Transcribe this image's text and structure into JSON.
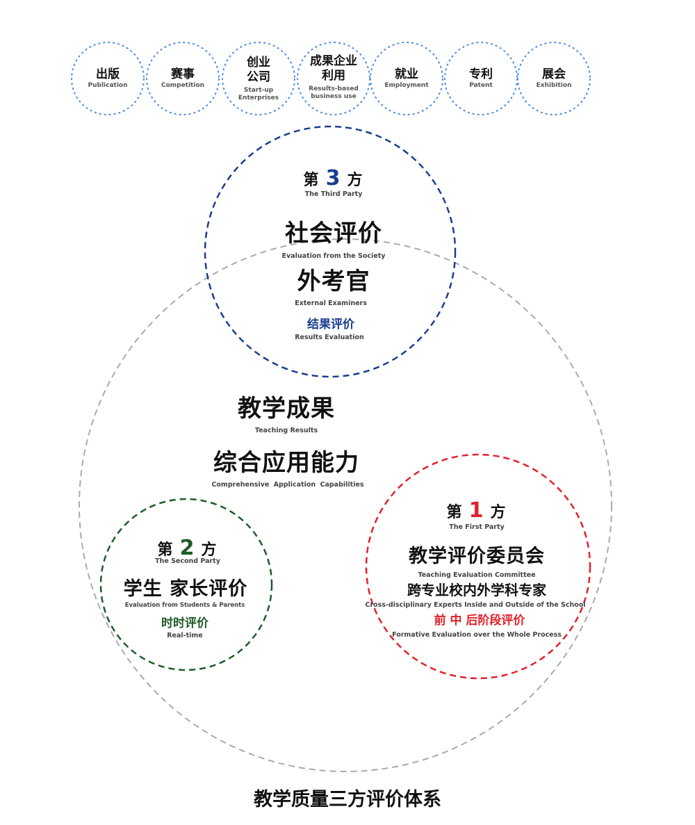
{
  "colors": {
    "top_circles": "#4a8ee0",
    "third": "#1a3d8f",
    "second": "#1d5c28",
    "first": "#e3202b",
    "outer": "#aaaaaa"
  },
  "top_items": [
    {
      "cn": "出版",
      "en": "Publication"
    },
    {
      "cn": "赛事",
      "en": "Competition"
    },
    {
      "cn": "创业公司",
      "en": "Start-up Enterprises"
    },
    {
      "cn": "成果企业利用",
      "en": "Results-based business use"
    },
    {
      "cn": "就业",
      "en": "Employment"
    },
    {
      "cn": "专利",
      "en": "Patent"
    },
    {
      "cn": "展会",
      "en": "Exhibition"
    }
  ],
  "third": {
    "prefix": "第",
    "num": "3",
    "suffix": "方",
    "en": "The Third Party",
    "title": "社会评价",
    "title_en": "Evaluation from the Society",
    "sub": "外考官",
    "sub_en": "External Examiners",
    "tag": "结果评价",
    "tag_en": "Results Evaluation"
  },
  "center": {
    "title": "教学成果",
    "title_en": "Teaching Results",
    "sub": "综合应用能力",
    "sub_en": "Comprehensive  Application  Capabilities"
  },
  "second": {
    "prefix": "第",
    "num": "2",
    "suffix": "方",
    "en": "The Second Party",
    "title": "学生 家长评价",
    "title_en": "Evaluation from Students & Parents",
    "tag": "时时评价",
    "tag_en": "Real-time"
  },
  "first": {
    "prefix": "第",
    "num": "1",
    "suffix": "方",
    "en": "The First Party",
    "title": "教学评价委员会",
    "title_en": "Teaching Evaluation Committee",
    "sub": "跨专业校内外学科专家",
    "sub_en": "Cross-disciplinary Experts Inside and Outside of the School",
    "tag": "前 中 后阶段评价",
    "tag_en": "Formative Evaluation over the Whole Process"
  },
  "footer": "教学质量三方评价体系"
}
